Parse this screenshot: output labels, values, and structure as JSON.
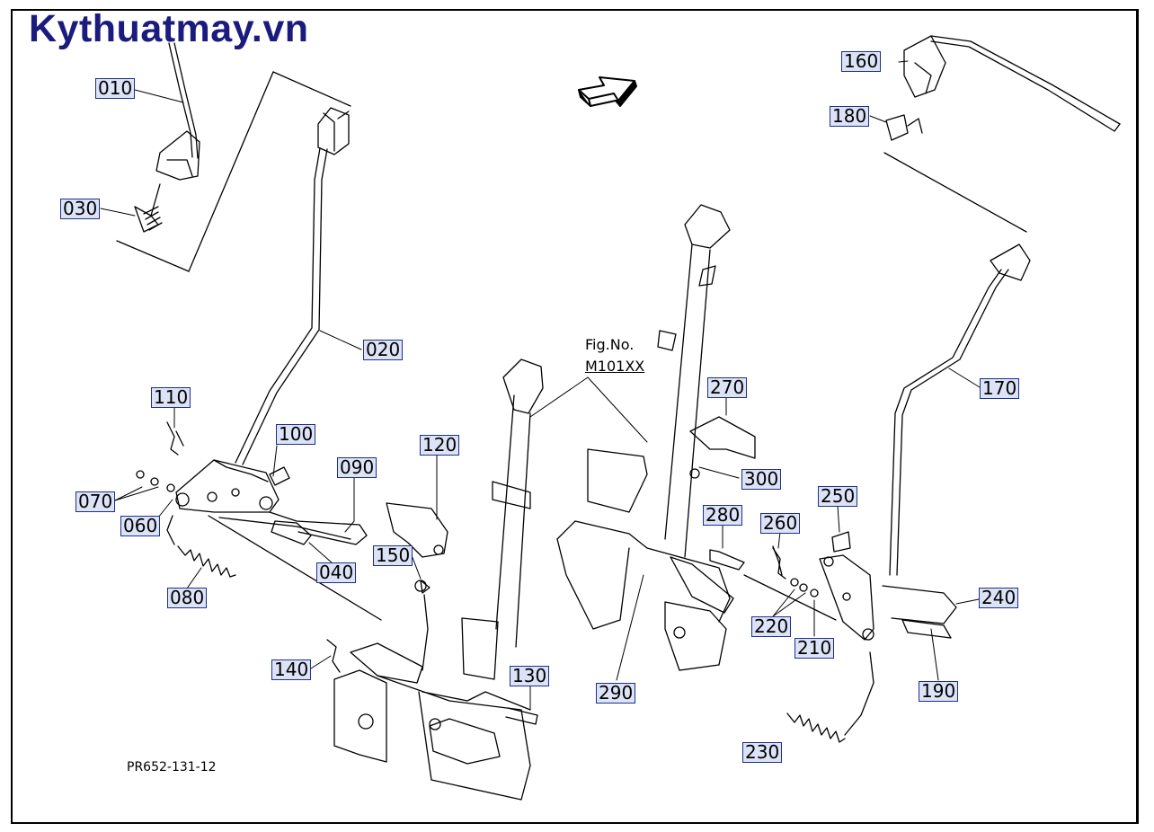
{
  "watermark": "Kythuatmay.vn",
  "document_code": "PR652-131-12",
  "figure_ref": {
    "line1": "Fig.No.",
    "line2": "M101XX"
  },
  "part_labels": {
    "p010": "010",
    "p020": "020",
    "p030": "030",
    "p040": "040",
    "p060": "060",
    "p070": "070",
    "p080": "080",
    "p090": "090",
    "p100": "100",
    "p110": "110",
    "p120": "120",
    "p130": "130",
    "p140": "140",
    "p150": "150",
    "p160": "160",
    "p170": "170",
    "p180": "180",
    "p190": "190",
    "p210": "210",
    "p220": "220",
    "p230": "230",
    "p240": "240",
    "p250": "250",
    "p260": "260",
    "p270": "270",
    "p280": "280",
    "p290": "290",
    "p300": "300"
  },
  "colors": {
    "label_fill": "#dde3f6",
    "label_border": "#1d2f8a",
    "watermark": "#1b1b7e",
    "line": "#000000"
  }
}
